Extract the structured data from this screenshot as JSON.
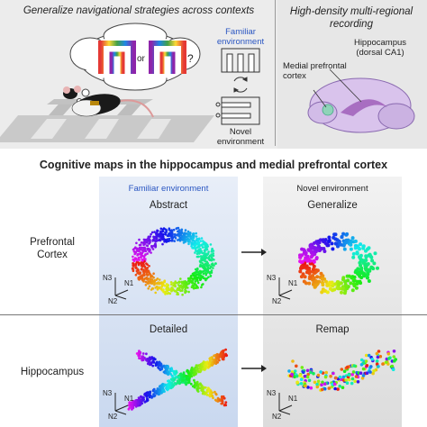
{
  "header": {
    "left_title": "Generalize navigational strategies across contexts",
    "right_title_line1": "High-density multi-regional",
    "right_title_line2": "recording",
    "or_text": "or",
    "question_mark": "?",
    "familiar_env_line1": "Familiar",
    "familiar_env_line2": "environment",
    "novel_env_line1": "Novel",
    "novel_env_line2": "environment",
    "hippocampus_line1": "Hippocampus",
    "hippocampus_line2": "(dorsal CA1)",
    "mpfc_line1": "Medial prefrontal",
    "mpfc_line2": "cortex"
  },
  "main_title": "Cognitive maps in the hippocampus and medial prefrontal cortex",
  "panels": {
    "familiar_label": "Familiar environment",
    "novel_label": "Novel environment"
  },
  "rows": {
    "prefrontal_line1": "Prefrontal",
    "prefrontal_line2": "Cortex",
    "hippocampus": "Hippocampus"
  },
  "cells": {
    "abstract": "Abstract",
    "generalize": "Generalize",
    "detailed": "Detailed",
    "remap": "Remap"
  },
  "axes": {
    "n1": "N1",
    "n2": "N2",
    "n3": "N3"
  },
  "colors": {
    "accent_blue": "#2a56c2",
    "familiar_panel": "#d6e1f3",
    "novel_panel": "#e6e6e6"
  }
}
